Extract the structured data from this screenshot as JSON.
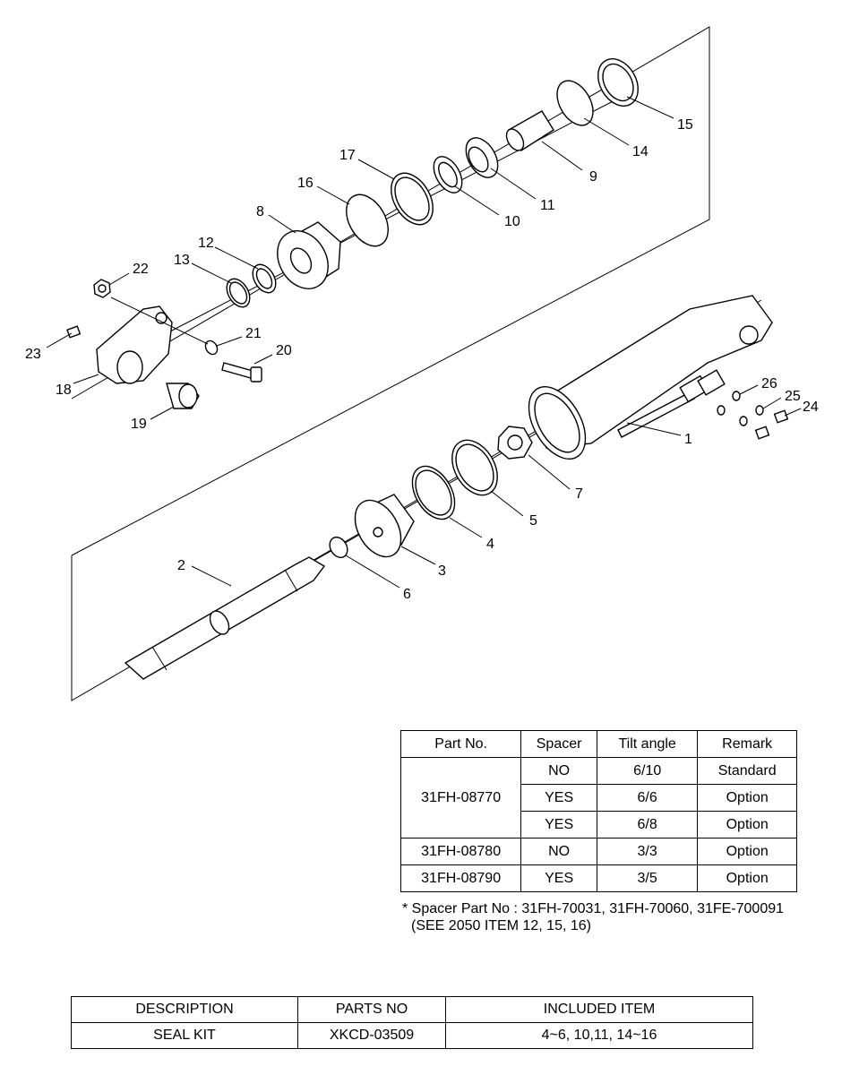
{
  "diagram": {
    "labels": [
      "1",
      "2",
      "3",
      "4",
      "5",
      "6",
      "7",
      "8",
      "9",
      "10",
      "11",
      "12",
      "13",
      "14",
      "15",
      "16",
      "17",
      "18",
      "19",
      "20",
      "21",
      "22",
      "23",
      "24",
      "25",
      "26"
    ]
  },
  "spec_table": {
    "headers": [
      "Part No.",
      "Spacer",
      "Tilt angle",
      "Remark"
    ],
    "rows": [
      {
        "part_no": "31FH-08770",
        "spacer": "NO",
        "tilt": "6/10",
        "remark": "Standard"
      },
      {
        "part_no": "",
        "spacer": "YES",
        "tilt": "6/6",
        "remark": "Option"
      },
      {
        "part_no": "",
        "spacer": "YES",
        "tilt": "6/8",
        "remark": "Option"
      },
      {
        "part_no": "31FH-08780",
        "spacer": "NO",
        "tilt": "3/3",
        "remark": "Option"
      },
      {
        "part_no": "31FH-08790",
        "spacer": "YES",
        "tilt": "3/5",
        "remark": "Option"
      }
    ],
    "note_line1": "* Spacer Part No : 31FH-70031, 31FH-70060, 31FE-700091",
    "note_line2": "(SEE 2050 ITEM 12, 15, 16)"
  },
  "seal_table": {
    "headers": [
      "DESCRIPTION",
      "PARTS NO",
      "INCLUDED ITEM"
    ],
    "row": {
      "description": "SEAL KIT",
      "parts_no": "XKCD-03509",
      "included": "4~6, 10,11, 14~16"
    }
  }
}
